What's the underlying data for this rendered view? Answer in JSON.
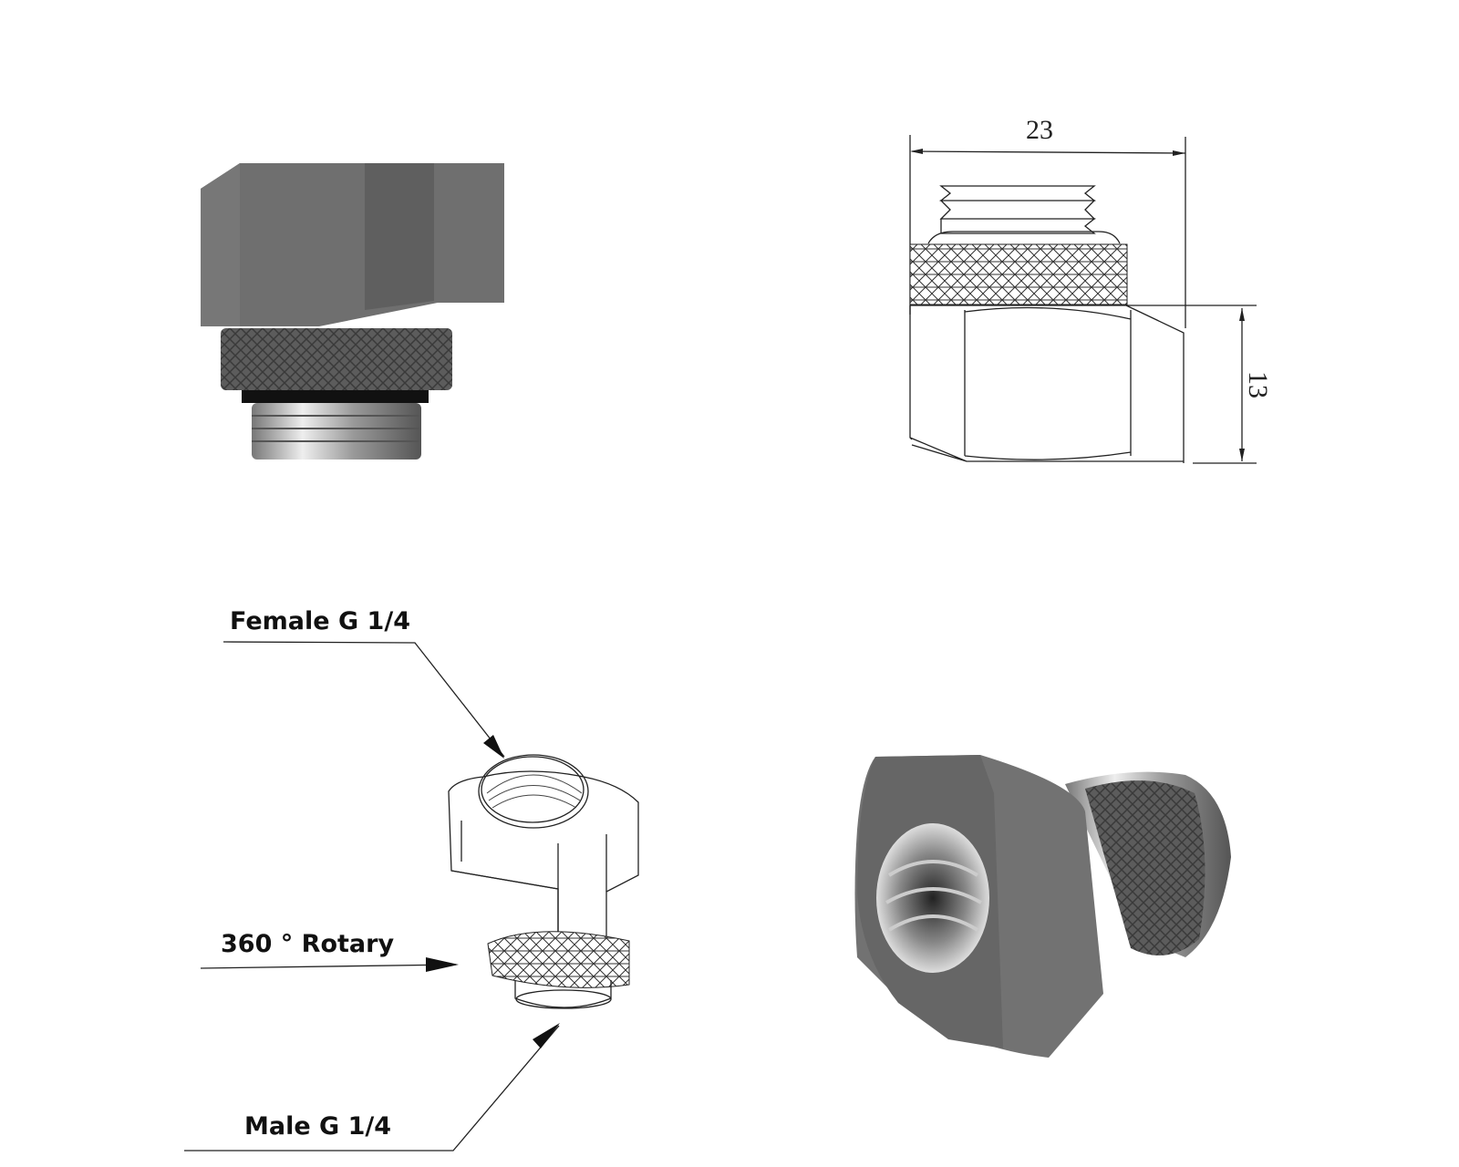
{
  "dimensions": {
    "width_mm": "23",
    "height_mm": "13"
  },
  "callouts": {
    "female": "Female G 1/4",
    "rotary": "360 ° Rotary",
    "male": "Male G 1/4"
  },
  "colors": {
    "body": "#6e6e6e",
    "chrome": "#b8b8b8",
    "line": "#222222"
  }
}
